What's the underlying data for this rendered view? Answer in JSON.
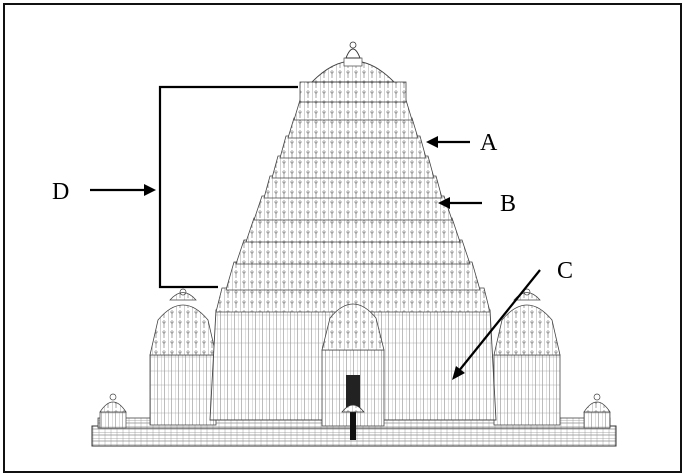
{
  "figure": {
    "subject": "temple-tower-elevation",
    "line_color": "#3a3a3a",
    "base_color": "#111111",
    "labels": {
      "a": "A",
      "b": "B",
      "c": "C",
      "d": "D"
    }
  }
}
